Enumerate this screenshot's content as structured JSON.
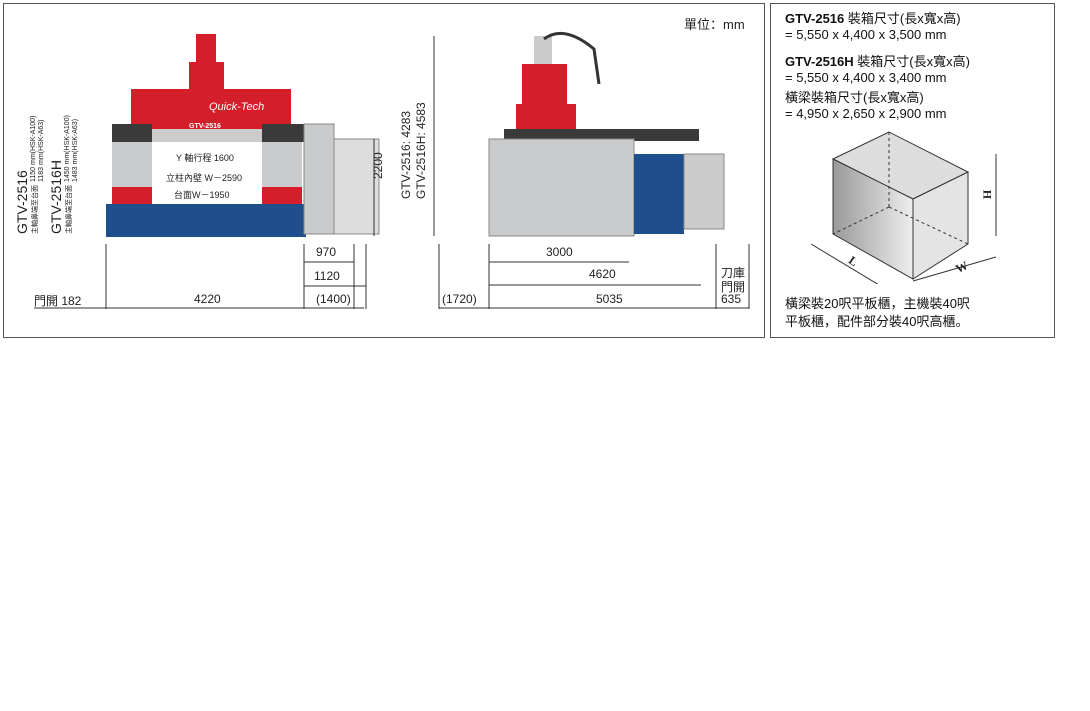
{
  "unit_label": "單位：mm",
  "front_view": {
    "model_a": "GTV-2516",
    "model_a_note_label": "主軸鼻端至台面",
    "model_a_note_1": "1150 mm(HSK-A100)",
    "model_a_note_2": "1183 mm(HSK-A63)",
    "model_b": "GTV-2516H",
    "model_b_note_label": "主軸鼻端至台面",
    "model_b_note_1": "1450 mm(HSK-A100)",
    "model_b_note_2": "1483 mm(HSK-A63)",
    "y_travel": "Y 軸行程 1600",
    "column_width": "立柱內壁 W－2590",
    "table_width": "台面W－1950",
    "height": "2200",
    "dim_970": "970",
    "dim_1120": "1120",
    "door_open": "門開 182",
    "dim_4220": "4220",
    "dim_1400": "(1400)",
    "brand": "Quick-Tech",
    "plate": "GTV-2516"
  },
  "side_view": {
    "height_a": "GTV-2516: 4283",
    "height_b": "GTV-2516H: 4583",
    "dim_3000": "3000",
    "dim_4620": "4620",
    "dim_1720": "(1720)",
    "dim_5035": "5035",
    "magazine_door_1": "刀庫",
    "magazine_door_2": "門開",
    "dim_635": "635"
  },
  "packing": {
    "line1_model": "GTV-2516",
    "line1_label": " 裝箱尺寸(長x寬x高)",
    "line1_value": "= 5,550 x 4,400 x 3,500 mm",
    "line2_model": "GTV-2516H",
    "line2_label": " 裝箱尺寸(長x寬x高)",
    "line2_value": "= 5,550 x 4,400 x 3,400 mm",
    "line3_label": "橫梁裝箱尺寸(長x寬x高)",
    "line3_value": "= 4,950 x 2,650 x 2,900 mm",
    "box_h": "H",
    "box_l": "L",
    "box_w": "W",
    "note_1": "橫梁裝20呎平板櫃，主機裝40呎",
    "note_2": "平板櫃，配件部分裝40呎高櫃。"
  },
  "colors": {
    "red": "#d41e2a",
    "blue": "#1f4e8c",
    "grey": "#c9cbcd",
    "dark": "#3a3a3a"
  }
}
